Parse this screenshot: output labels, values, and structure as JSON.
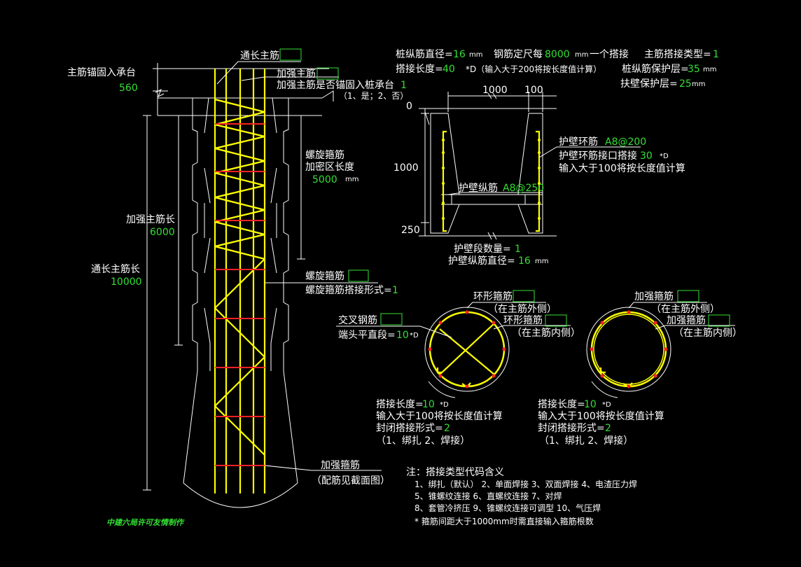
{
  "elevation": {
    "through_main_rebar": "通长主筋",
    "main_rebar_anchor": "主筋锚固入承台",
    "anchor_length": "560",
    "reinforce_main_rebar": "加强主筋",
    "reinforce_anchor_question": "加强主筋是否锚固入桩承台",
    "reinforce_anchor_value": "1",
    "reinforce_anchor_options": "（1、是；2、否）",
    "spiral_dense_label_1": "螺旋箍筋",
    "spiral_dense_label_2": "加密区长度",
    "spiral_dense_length": "5000",
    "unit_mm": "mm",
    "reinforce_length_label": "加强主筋长",
    "reinforce_length": "6000",
    "through_length_label": "通长主筋长",
    "through_length": "10000",
    "spiral_stirrup": "螺旋箍筋",
    "spiral_lap_type_label": "螺旋箍筋搭接形式=",
    "spiral_lap_type": "1",
    "reinforce_stirrup": "加强箍筋",
    "reinforce_stirrup_note": "（配筋见截面图）",
    "credit": "中建六局许可友情制作"
  },
  "params": {
    "pile_diam_label": "桩纵筋直径=",
    "pile_diam": "16",
    "unit_mm": "mm",
    "fixed_length_label": "钢筋定尺每",
    "fixed_length": "8000",
    "fixed_length_suffix": "一个搭接",
    "main_lap_type_label": "主筋搭接类型=",
    "main_lap_type": "1",
    "lap_length_label": "搭接长度=",
    "lap_length": "40",
    "lap_length_note": "*D（输入大于200将按长度值计算）",
    "pile_cover_label": "桩纵筋保护层=",
    "pile_cover": "35",
    "wall_cover_label": "扶壁保护层=",
    "wall_cover": "25"
  },
  "wall": {
    "dim_1000_top": "1000",
    "dim_100": "100",
    "dim_0": "0",
    "dim_1000_left": "1000",
    "dim_250": "250",
    "ring_rebar_label": "护壁环筋",
    "ring_rebar": "A8@200",
    "ring_lap_label": "护壁环筋接口搭接",
    "ring_lap": "30",
    "ring_lap_unit": "*D",
    "ring_lap_note": "输入大于100将按长度值计算",
    "long_rebar_label": "护壁纵筋",
    "long_rebar": "A8@250",
    "segment_count_label": "护壁段数量=",
    "segment_count": "1",
    "long_diam_label": "护壁纵筋直径=",
    "long_diam": "16",
    "unit_mm": "mm"
  },
  "section_left": {
    "ring_stirrup": "环形箍筋",
    "outside": "（在主筋外侧）",
    "ring_stirrup_2": "环形箍筋",
    "inside": "（在主筋内侧）",
    "cross_rebar": "交叉钢筋",
    "end_straight_label": "端头平直段=",
    "end_straight": "10",
    "end_unit": "*D",
    "lap_label": "搭接长度=",
    "lap": "10",
    "lap_unit": "*D",
    "lap_note": "输入大于100将按长度值计算",
    "closed_lap_label": "封闭搭接形式=",
    "closed_lap": "2",
    "options": "（1、绑扎   2、焊接）"
  },
  "section_right": {
    "reinforce_stirrup": "加强箍筋",
    "outside": "（在主筋外侧）",
    "reinforce_stirrup_2": "加强箍筋",
    "inside": "（在主筋内侧）",
    "lap_label": "搭接长度=",
    "lap": "10",
    "lap_unit": "*D",
    "lap_note": "输入大于100将按长度值计算",
    "closed_lap_label": "封闭搭接形式=",
    "closed_lap": "2",
    "options": "（1、绑扎   2、焊接）"
  },
  "notes": {
    "title": "注：搭接类型代码含义",
    "line1": "1、绑扎（默认）   2、单面焊接    3、双面焊接    4、电渣压力焊",
    "line2": "5、锥螺纹连接    6、直螺纹连接    7、对焊",
    "line3": "8、套管冷挤压    9、锥螺纹连接可调型    10、气压焊",
    "line4": "* 箍筋间距大于1000mm时需直接输入箍筋根数"
  }
}
